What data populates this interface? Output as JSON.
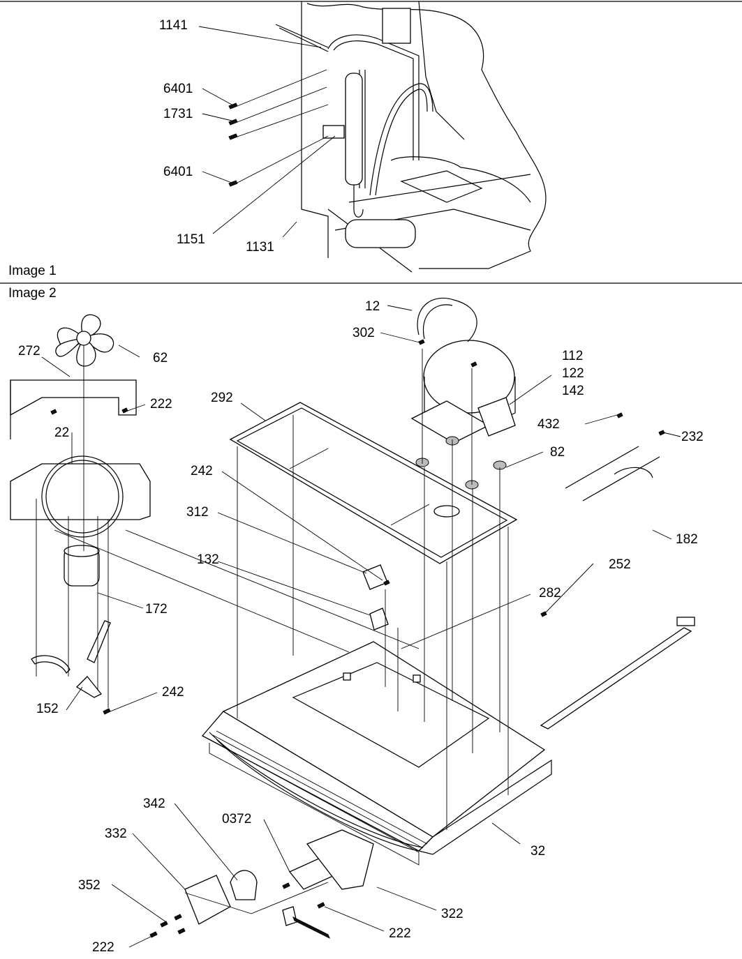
{
  "panels": [
    {
      "title": "Image 1"
    },
    {
      "title": "Image 2"
    }
  ],
  "callouts": {
    "c1141": "1141",
    "c6401a": "6401",
    "c1731": "1731",
    "c6401b": "6401",
    "c1151": "1151",
    "c1131": "1131",
    "c12": "12",
    "c302": "302",
    "c112": "112",
    "c122": "122",
    "c142": "142",
    "c272": "272",
    "c62": "62",
    "c222a": "222",
    "c22": "22",
    "c292": "292",
    "c432": "432",
    "c232": "232",
    "c82": "82",
    "c242a": "242",
    "c312": "312",
    "c182": "182",
    "c252": "252",
    "c132": "132",
    "c282": "282",
    "c172": "172",
    "c242b": "242",
    "c152": "152",
    "c342": "342",
    "c0372": "0372",
    "c332": "332",
    "c32": "32",
    "c352": "352",
    "c322": "322",
    "c222b": "222",
    "c222c": "222"
  }
}
